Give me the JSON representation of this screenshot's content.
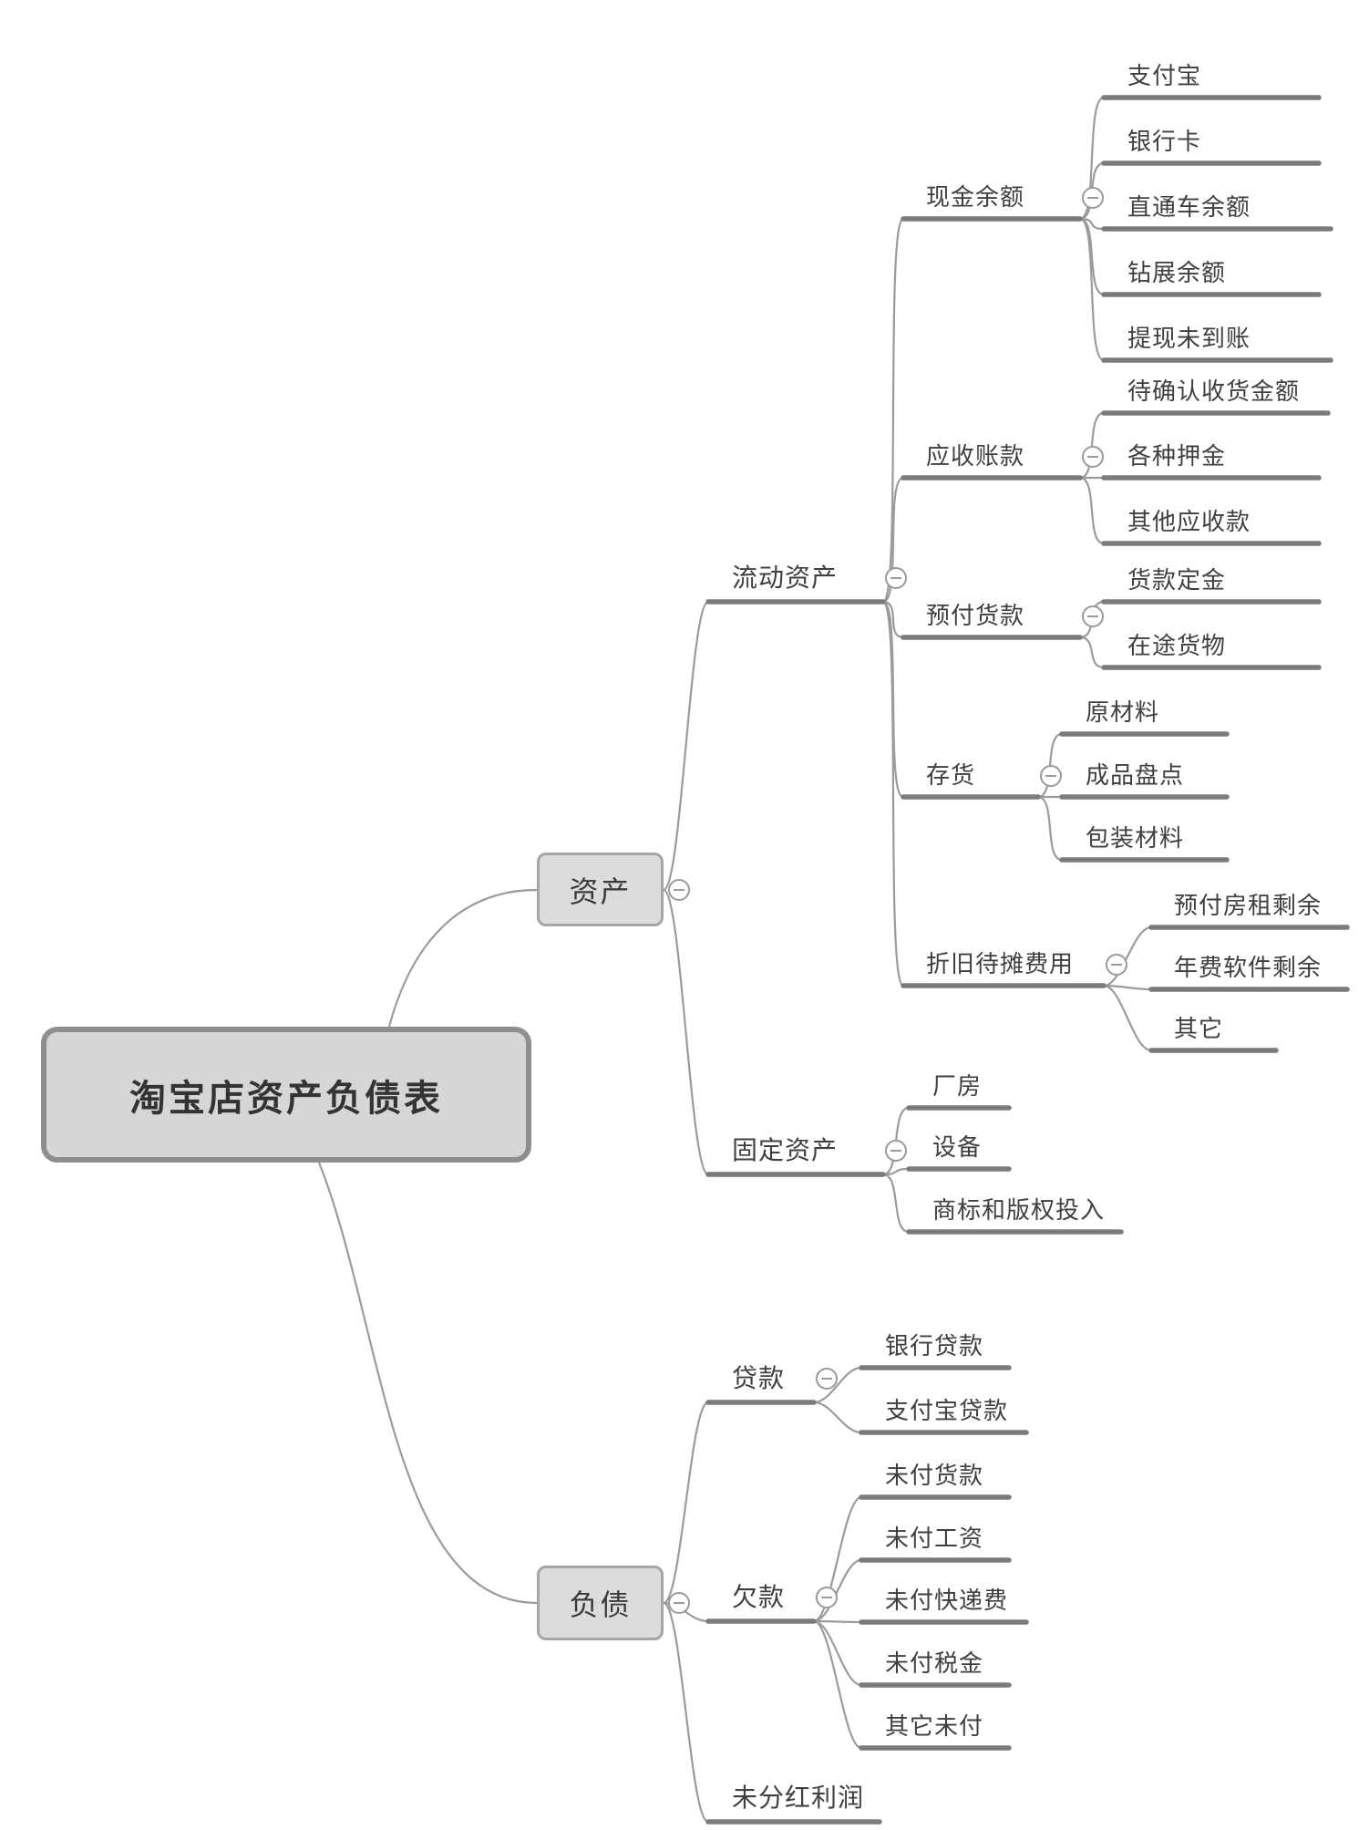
{
  "colors": {
    "background": "#ffffff",
    "connector": "#9b9b9b",
    "underline": "#7b7b7b",
    "node_text": "#3f3f3f",
    "box_fill": "#dcdcdc",
    "box_border": "#a5a5a5",
    "root_fill": "#d6d6d6",
    "root_border": "#8e8e8e"
  },
  "icons": {
    "collapse": "minus-circle"
  },
  "root": {
    "label": "淘宝店资产负债表"
  },
  "assets": {
    "label": "资产",
    "current": {
      "label": "流动资产",
      "cash": {
        "label": "现金余额",
        "items": [
          "支付宝",
          "银行卡",
          "直通车余额",
          "钻展余额",
          "提现未到账"
        ]
      },
      "receivable": {
        "label": "应收账款",
        "items": [
          "待确认收货金额",
          "各种押金",
          "其他应收款"
        ]
      },
      "prepaid": {
        "label": "预付货款",
        "items": [
          "货款定金",
          "在途货物"
        ]
      },
      "inventory": {
        "label": "存货",
        "items": [
          "原材料",
          "成品盘点",
          "包装材料"
        ]
      },
      "amortization": {
        "label": "折旧待摊费用",
        "items": [
          "预付房租剩余",
          "年费软件剩余",
          "其它"
        ]
      }
    },
    "fixed": {
      "label": "固定资产",
      "items": [
        "厂房",
        "设备",
        "商标和版权投入"
      ]
    }
  },
  "liabilities": {
    "label": "负债",
    "loans": {
      "label": "贷款",
      "items": [
        "银行贷款",
        "支付宝贷款"
      ]
    },
    "payables": {
      "label": "欠款",
      "items": [
        "未付货款",
        "未付工资",
        "未付快递费",
        "未付税金",
        "其它未付"
      ]
    },
    "undistributed": {
      "label": "未分红利润"
    }
  }
}
